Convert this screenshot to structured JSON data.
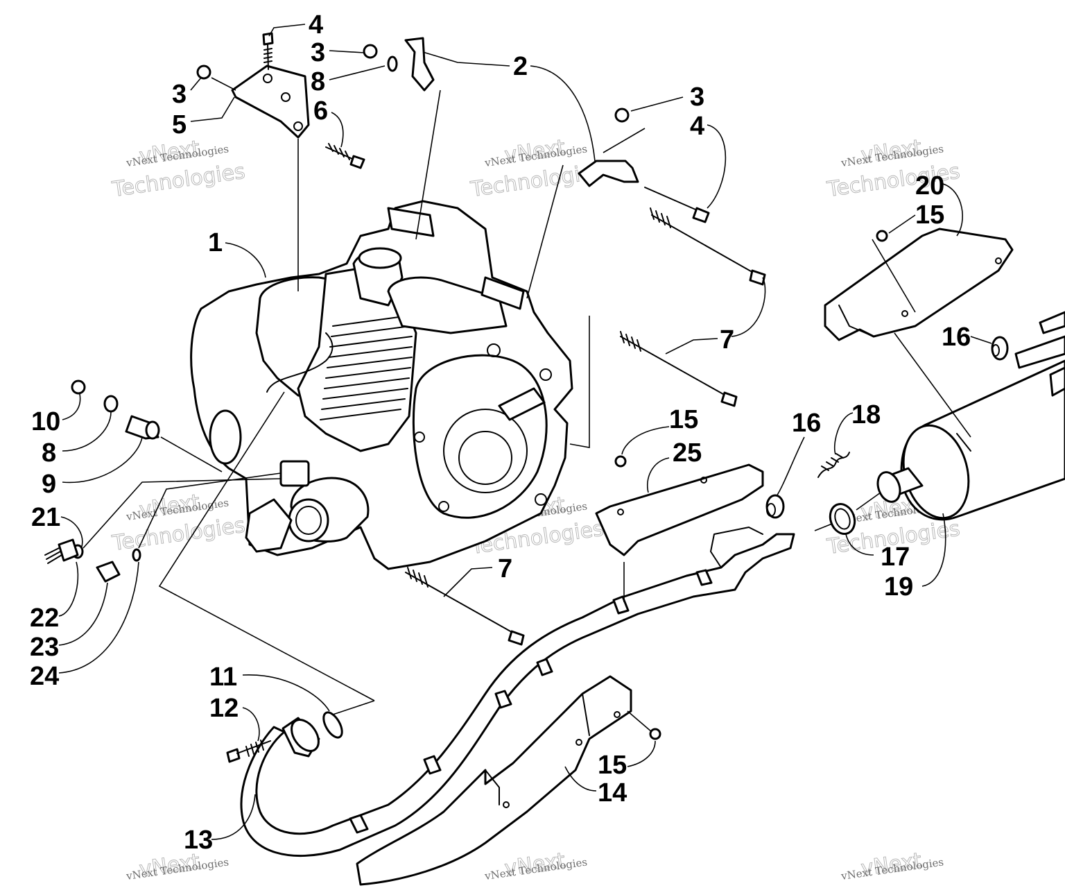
{
  "callouts": [
    {
      "id": "c4a",
      "text": "4"
    },
    {
      "id": "c3a",
      "text": "3"
    },
    {
      "id": "c8a",
      "text": "8"
    },
    {
      "id": "c2",
      "text": "2"
    },
    {
      "id": "c3b",
      "text": "3"
    },
    {
      "id": "c5",
      "text": "5"
    },
    {
      "id": "c6",
      "text": "6"
    },
    {
      "id": "c3c",
      "text": "3"
    },
    {
      "id": "c4b",
      "text": "4"
    },
    {
      "id": "c20",
      "text": "20"
    },
    {
      "id": "c15a",
      "text": "15"
    },
    {
      "id": "c1",
      "text": "1"
    },
    {
      "id": "c7a",
      "text": "7"
    },
    {
      "id": "c16a",
      "text": "16"
    },
    {
      "id": "c15b",
      "text": "15"
    },
    {
      "id": "c25",
      "text": "25"
    },
    {
      "id": "c16b",
      "text": "16"
    },
    {
      "id": "c18",
      "text": "18"
    },
    {
      "id": "c10",
      "text": "10"
    },
    {
      "id": "c8b",
      "text": "8"
    },
    {
      "id": "c9",
      "text": "9"
    },
    {
      "id": "c21",
      "text": "21"
    },
    {
      "id": "c17",
      "text": "17"
    },
    {
      "id": "c19",
      "text": "19"
    },
    {
      "id": "c7b",
      "text": "7"
    },
    {
      "id": "c22",
      "text": "22"
    },
    {
      "id": "c23",
      "text": "23"
    },
    {
      "id": "c24",
      "text": "24"
    },
    {
      "id": "c11",
      "text": "11"
    },
    {
      "id": "c12",
      "text": "12"
    },
    {
      "id": "c15c",
      "text": "15"
    },
    {
      "id": "c14",
      "text": "14"
    },
    {
      "id": "c13",
      "text": "13"
    }
  ],
  "watermark": {
    "line1": "vNext Technologies",
    "line2": "vNext",
    "line3": "Technologies"
  }
}
